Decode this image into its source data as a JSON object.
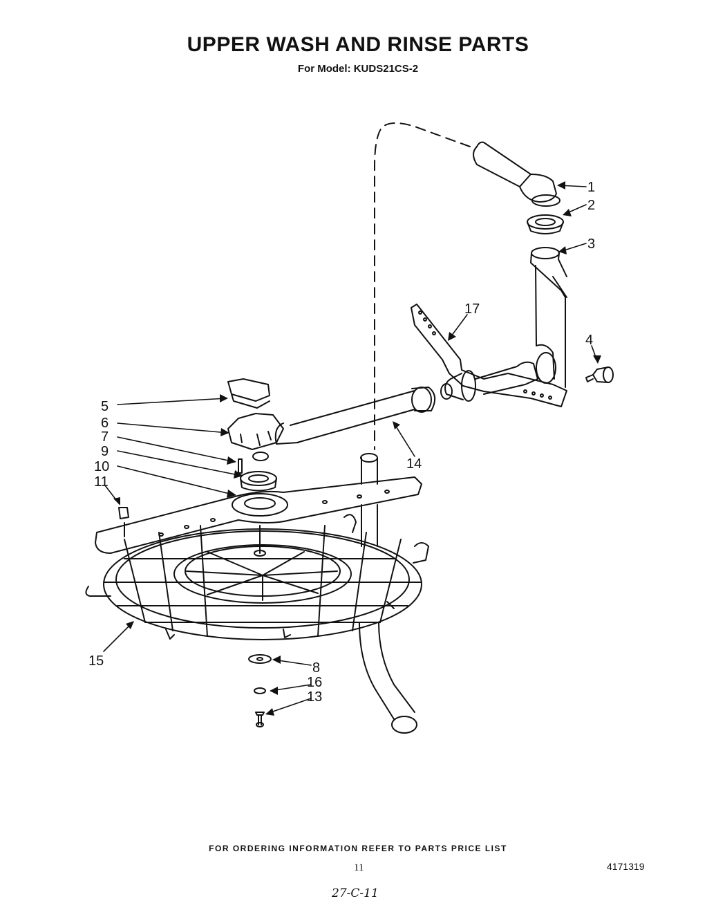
{
  "header": {
    "title": "UPPER WASH AND RINSE PARTS",
    "subtitle": "For Model: KUDS21CS-2"
  },
  "callouts": [
    "1",
    "2",
    "3",
    "4",
    "5",
    "6",
    "7",
    "9",
    "10",
    "11",
    "17",
    "14",
    "15",
    "8",
    "16",
    "13"
  ],
  "footer": {
    "ordering_note": "FOR ORDERING INFORMATION REFER TO PARTS PRICE LIST",
    "page_number": "11",
    "document_number": "4171319",
    "handwritten_note": "27-C-11"
  }
}
